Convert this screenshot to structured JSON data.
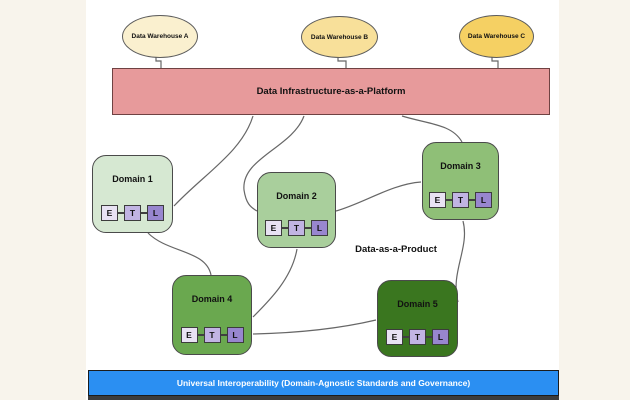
{
  "canvas": {
    "background": "#f8f4ec",
    "surface": "#ffffff"
  },
  "warehouses": [
    {
      "label": "Data Warehouse A",
      "fill": "#faf0cf"
    },
    {
      "label": "Data Warehouse B",
      "fill": "#f8e09a"
    },
    {
      "label": "Data Warehouse C",
      "fill": "#f5d063"
    }
  ],
  "platform": {
    "label": "Data Infrastructure-as-a-Platform",
    "fill": "#e79a9b"
  },
  "domains": [
    {
      "label": "Domain 1",
      "fill": "#d6e8d2"
    },
    {
      "label": "Domain 2",
      "fill": "#a9cf9c"
    },
    {
      "label": "Domain 3",
      "fill": "#8fbf77"
    },
    {
      "label": "Domain 4",
      "fill": "#6aa84f"
    },
    {
      "label": "Domain 5",
      "fill": "#3a761f"
    }
  ],
  "etl": [
    {
      "letter": "E",
      "fill": "#e8e2f3"
    },
    {
      "letter": "T",
      "fill": "#c1b4e3"
    },
    {
      "letter": "L",
      "fill": "#9886cf"
    }
  ],
  "product_label": "Data-as-a-Product",
  "interoperability_bar": {
    "label": "Universal Interoperability (Domain-Agnostic Standards and Governance)",
    "fill": "#2b8ff2"
  }
}
